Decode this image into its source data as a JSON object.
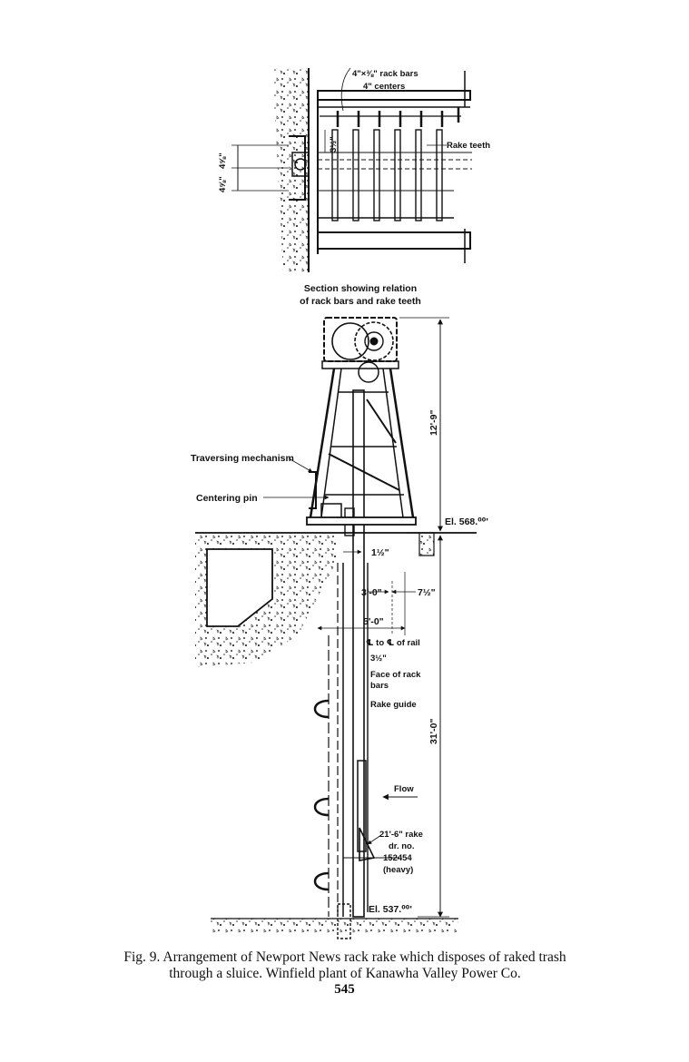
{
  "top_section": {
    "rack_bars_label": "4\"×⅜\" rack bars",
    "centers_label": "4\" centers",
    "rake_teeth_label": "Rake teeth",
    "dim_vertical_left": "4⅝\"",
    "dim_vertical_left_2": "4⅝\"",
    "dim_teeth": "3½\"",
    "caption_line1": "Section showing relation",
    "caption_line2": "of rack bars and rake teeth"
  },
  "elevation": {
    "traversing_label": "Traversing mechanism",
    "centering_label": "Centering pin",
    "height_top": "12'-9\"",
    "height_main": "31'-0\"",
    "el_top": "El. 568.⁰⁰'",
    "el_bottom": "El. 537.⁰⁰'",
    "dim_1_5": "1½\"",
    "dim_3_0": "3'-0\"",
    "dim_7_5": "7½\"",
    "dim_5_0": "5'-0\"",
    "rail_label": "℄ to ℄ of rail",
    "dim_3_5": "3½\"",
    "face_line1": "Face of rack",
    "face_line2": "bars",
    "rake_guide": "Rake guide",
    "flow": "Flow",
    "rake_line1": "21'-6\" rake",
    "rake_line2": "dr. no.",
    "rake_line3": "152454",
    "rake_line4": "(heavy)"
  },
  "figure": {
    "caption_line1": "Fig. 9.  Arrangement of Newport News rack rake which disposes of raked trash",
    "caption_line2": "through a sluice.  Winfield plant of Kanawha Valley Power Co.",
    "page_number": "545"
  }
}
